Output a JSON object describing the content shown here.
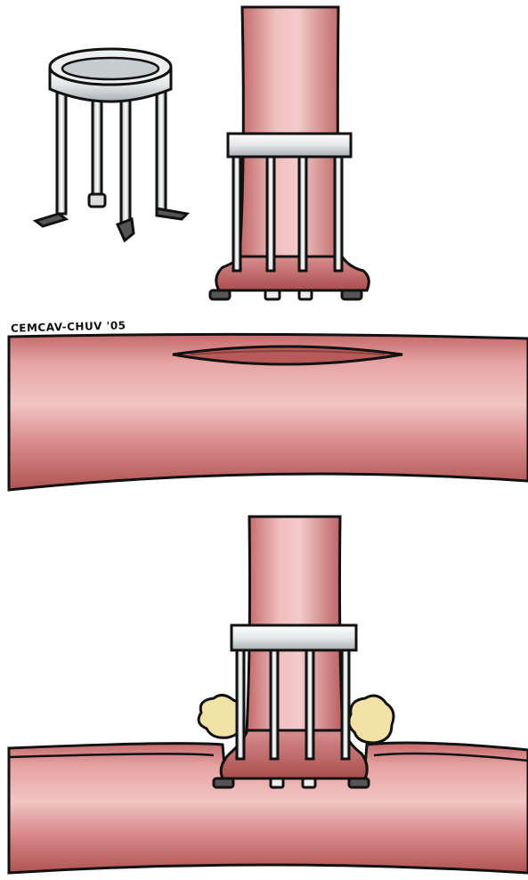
{
  "credit": "CEMCAV-CHUV '05",
  "colors": {
    "vessel_light": "#e8a6a6",
    "vessel_mid": "#d98888",
    "vessel_dark": "#b45858",
    "lumen": "#c46868",
    "ring_light": "#f2f4f4",
    "ring_dark": "#b9bfc0",
    "tissue": "#f3e2a6",
    "outline": "#111111"
  },
  "panels": [
    {
      "name": "anastomotic-device"
    },
    {
      "name": "graft-mounted-device"
    },
    {
      "name": "recipient-vessel-incision"
    },
    {
      "name": "completed-end-to-side-anastomosis"
    }
  ]
}
